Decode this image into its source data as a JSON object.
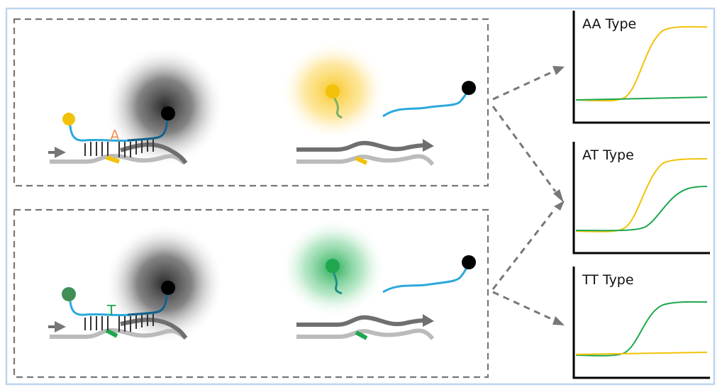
{
  "mutations": {
    "panel_1_letter": "A",
    "panel_2_letter": "T"
  },
  "charts": [
    {
      "title": "AA Type"
    },
    {
      "title": "AT Type"
    },
    {
      "title": "TT Type"
    }
  ],
  "colors": {
    "frame": "#bcd6ee",
    "yellow": "#f2c20a",
    "green": "#1ea74f",
    "blue": "#2aa8dc",
    "dark_gray": "#6f6f6f",
    "light_gray": "#bbbbbb",
    "dashed": "#777777",
    "mutation_a": "#f3935a",
    "mutation_t": "#1ea74f"
  }
}
